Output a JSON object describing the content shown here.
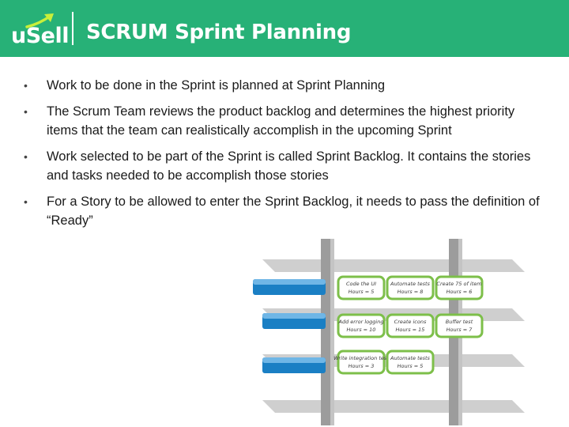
{
  "header": {
    "logo_text": "uSell",
    "title": "SCRUM Sprint Planning",
    "colors": {
      "band": "#27b177",
      "text": "#ffffff",
      "logo_arrow": "#c9ef3a"
    }
  },
  "bullets": [
    "Work to be done in the Sprint is planned at Sprint Planning",
    "The Scrum Team reviews the product backlog and determines the highest priority items that the team can realistically accomplish in the upcoming Sprint",
    "Work selected to be part of the Sprint is called Sprint Backlog. It contains the stories and tasks needed to be accomplish those stories",
    "For a Story to be allowed to enter the Sprint Backlog, it needs to pass the definition of “Ready”"
  ],
  "illustration": {
    "icon": "sprint-backlog-board-illustration",
    "cards": [
      {
        "line1": "Code the UI",
        "line2": "Hours = 5"
      },
      {
        "line1": "Automate tests",
        "line2": "Hours = 8"
      },
      {
        "line1": "Create 75 of item",
        "line2": "Hours = 6"
      },
      {
        "line1": "Add error logging",
        "line2": "Hours = 10"
      },
      {
        "line1": "Create icons",
        "line2": "Hours = 15"
      },
      {
        "line1": "Buffer test",
        "line2": "Hours = 7"
      },
      {
        "line1": "Write integration test",
        "line2": "Hours = 3"
      },
      {
        "line1": "Automate tests",
        "line2": "Hours = 5"
      }
    ],
    "colors": {
      "shelf": "#a8a8a8",
      "shelf_light": "#d9d9d9",
      "tab_blue": "#1a7fc4",
      "card_green": "#7dbf4a"
    }
  }
}
